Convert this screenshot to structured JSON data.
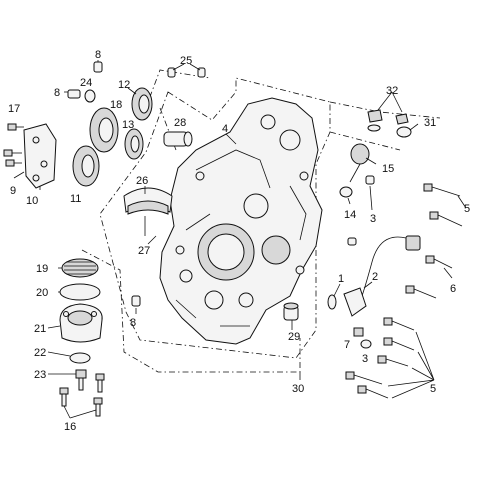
{
  "labels": [
    {
      "id": "l8a",
      "text": "8"
    },
    {
      "id": "l8b",
      "text": "8"
    },
    {
      "id": "l24",
      "text": "24"
    },
    {
      "id": "l12",
      "text": "12"
    },
    {
      "id": "l25",
      "text": "25"
    },
    {
      "id": "l32",
      "text": "32"
    },
    {
      "id": "l17",
      "text": "17"
    },
    {
      "id": "l18",
      "text": "18"
    },
    {
      "id": "l13",
      "text": "13"
    },
    {
      "id": "l28",
      "text": "28"
    },
    {
      "id": "l4",
      "text": "4"
    },
    {
      "id": "l31",
      "text": "31"
    },
    {
      "id": "l15",
      "text": "15"
    },
    {
      "id": "l26",
      "text": "26"
    },
    {
      "id": "l9",
      "text": "9"
    },
    {
      "id": "l10",
      "text": "10"
    },
    {
      "id": "l11",
      "text": "11"
    },
    {
      "id": "l14",
      "text": "14"
    },
    {
      "id": "l3a",
      "text": "3"
    },
    {
      "id": "l5a",
      "text": "5"
    },
    {
      "id": "l27",
      "text": "27"
    },
    {
      "id": "l19",
      "text": "19"
    },
    {
      "id": "l1",
      "text": "1"
    },
    {
      "id": "l2",
      "text": "2"
    },
    {
      "id": "l6",
      "text": "6"
    },
    {
      "id": "l20",
      "text": "20"
    },
    {
      "id": "l8c",
      "text": "8"
    },
    {
      "id": "l29",
      "text": "29"
    },
    {
      "id": "l21",
      "text": "21"
    },
    {
      "id": "l7",
      "text": "7"
    },
    {
      "id": "l3b",
      "text": "3"
    },
    {
      "id": "l22",
      "text": "22"
    },
    {
      "id": "l30",
      "text": "30"
    },
    {
      "id": "l23",
      "text": "23"
    },
    {
      "id": "l5b",
      "text": "5"
    },
    {
      "id": "l16",
      "text": "16"
    }
  ]
}
